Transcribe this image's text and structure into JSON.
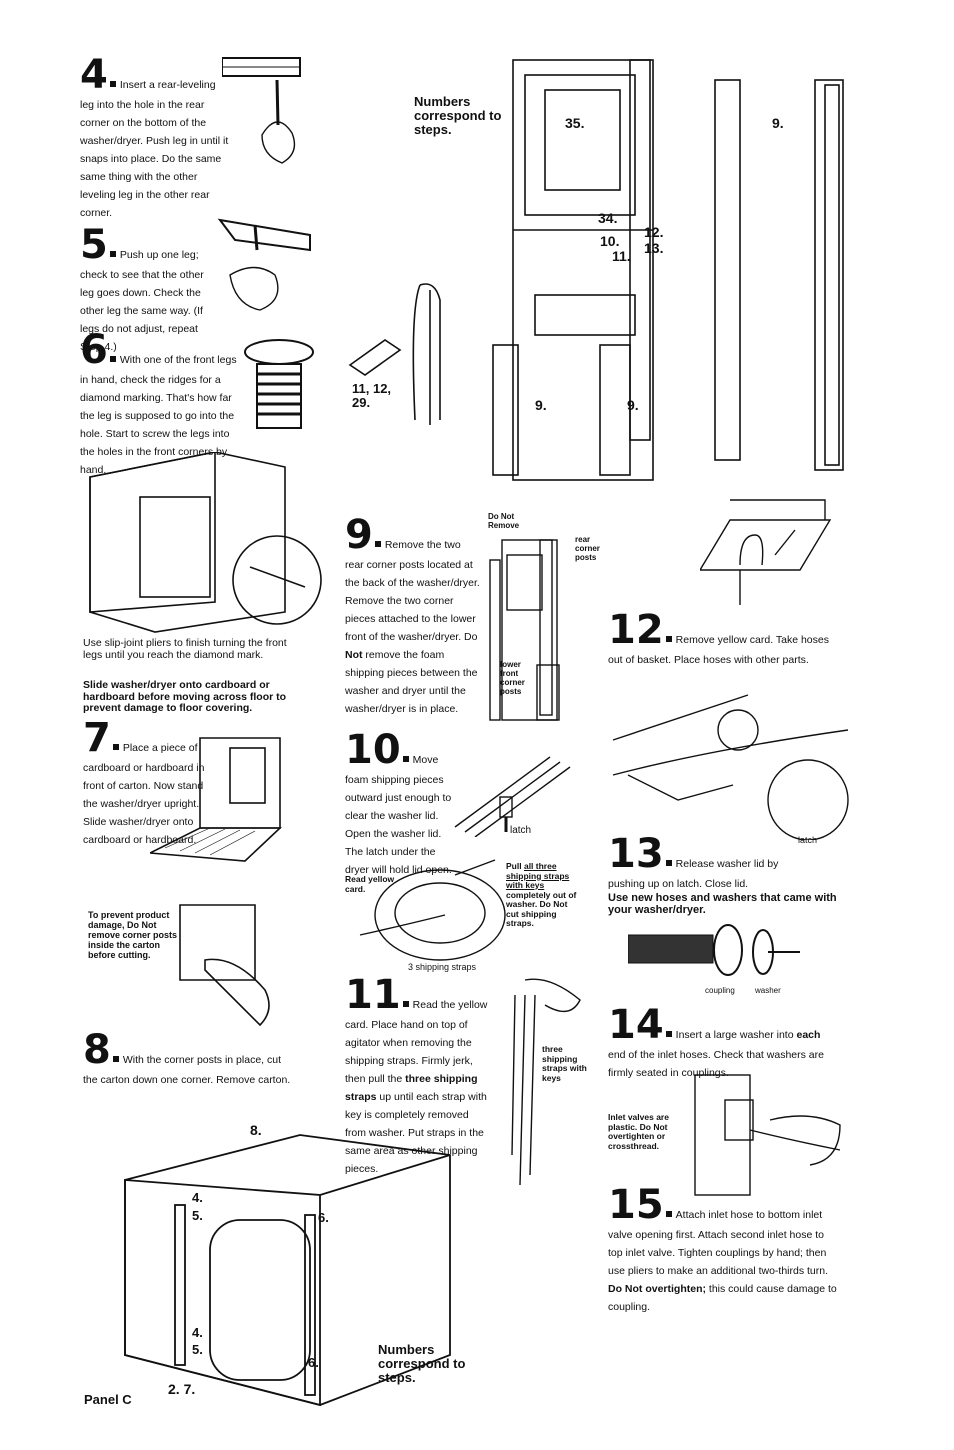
{
  "header": {
    "numbers_note": "Numbers correspond to steps."
  },
  "steps": {
    "s4": {
      "num": "4",
      "text": "Insert a rear-leveling leg into the hole in the rear corner on the bottom of the washer/dryer. Push leg in until it snaps into place. Do the same same thing with the other leveling leg in the other rear corner."
    },
    "s5": {
      "num": "5",
      "text": "Push up one leg; check to see that the other leg goes down. Check the other leg the same way. (If legs do not adjust, repeat Step 4.)"
    },
    "s6": {
      "num": "6",
      "text": "With one of the front legs in hand, check the ridges for a diamond marking. That's how far the leg is supposed to go into the hole. Start to screw the legs into the holes in the front corners by hand."
    },
    "pliers_note": "Use slip-joint pliers to finish turning the front legs until you reach the diamond mark.",
    "slide_warning": "Slide washer/dryer onto cardboard or hardboard before moving across floor to prevent damage to floor covering.",
    "s7": {
      "num": "7",
      "text": "Place a piece of cardboard or hardboard in front of carton. Now stand the washer/dryer upright. Slide washer/dryer onto cardboard or hardboard."
    },
    "prevent_note": "To prevent product damage, Do Not remove corner posts inside the carton before cutting.",
    "s8": {
      "num": "8",
      "text": "With the corner posts in place, cut the carton down one corner. Remove carton."
    },
    "s9": {
      "num": "9",
      "text_a": "Remove the two rear corner posts located at the back of the washer/dryer. Remove the two corner pieces attached to the lower front of the washer/dryer. Do ",
      "text_bold": "Not",
      "text_b": " remove the foam shipping pieces between the washer and dryer until the washer/dryer is in place."
    },
    "s10": {
      "num": "10",
      "text": "Move foam shipping pieces outward just enough to clear the washer lid. Open the washer lid. The latch under the dryer will hold lid open."
    },
    "s11": {
      "num": "11",
      "text_a": "Read the yellow card. Place hand on top of agitator when removing the shipping straps. Firmly jerk, then pull the ",
      "text_bold1": "three shipping straps",
      "text_b": " up until each strap with key is completely removed from washer. Put straps in the same area as other shipping pieces."
    },
    "s12": {
      "num": "12",
      "text": "Remove yellow card. Take hoses out of basket. Place hoses with other parts."
    },
    "s13": {
      "num": "13",
      "text": "Release washer lid by pushing up on latch. Close lid."
    },
    "hoses_note": "Use new hoses and washers that came with your washer/dryer.",
    "s14": {
      "num": "14",
      "text_a": "Insert a large washer into ",
      "text_bold": "each",
      "text_b": " end of the inlet hoses. Check that washers are firmly seated in couplings."
    },
    "inlet_note": "Inlet valves are plastic. Do Not overtighten or crossthread.",
    "s15": {
      "num": "15",
      "text_a": "Attach inlet hose to bottom inlet valve opening first. Attach second inlet hose to top inlet valve. Tighten couplings by hand; then use pliers to make an additional two-thirds turn. ",
      "text_bold": "Do Not overtighten;",
      "text_b": " this could cause damage to coupling."
    }
  },
  "labels": {
    "l35": "35.",
    "l34": "34.",
    "l9a": "9.",
    "l9b": "9.",
    "l9c": "9.",
    "l10": "10.",
    "l11": "11.",
    "l12": "12.",
    "l13": "13.",
    "l_strap": "11, 12, 29.",
    "do_not_remove": "Do Not Remove",
    "rear_posts": "rear corner posts",
    "lower_posts": "lower front corner posts",
    "latch1": "latch",
    "latch2": "latch",
    "read_yellow": "Read yellow card.",
    "pull_a": "Pull",
    "pull_u": "all three shipping straps with keys",
    "pull_b": "completely out of washer. Do Not cut shipping straps.",
    "three_straps_count": "3 shipping straps",
    "three_straps": "three shipping straps with keys",
    "coupling": "coupling",
    "washer": "washer",
    "bottom_8": "8.",
    "b4a": "4.",
    "b5a": "5.",
    "b6a": "6.",
    "b4b": "4.",
    "b5b": "5.",
    "b6b": "6.",
    "b27": "2. 7.",
    "numbers_note2": "Numbers correspond to steps."
  },
  "footer": {
    "panel": "Panel C"
  }
}
